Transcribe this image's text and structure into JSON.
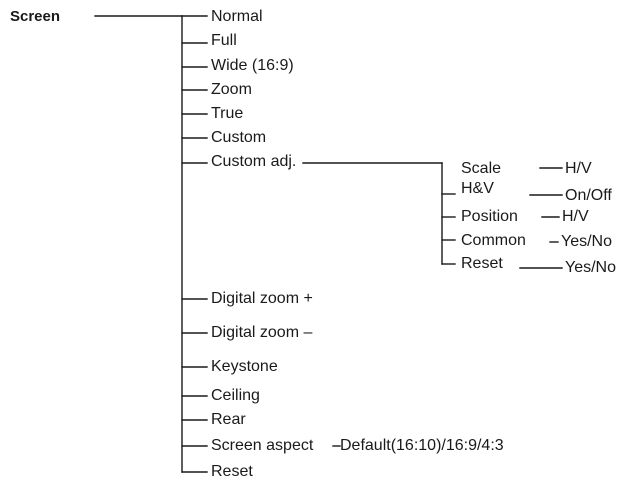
{
  "diagram": {
    "root": "Screen",
    "items": [
      {
        "label": "Normal"
      },
      {
        "label": "Full"
      },
      {
        "label": "Wide (16:9)"
      },
      {
        "label": "Zoom"
      },
      {
        "label": "True"
      },
      {
        "label": "Custom"
      },
      {
        "label": "Custom adj.",
        "children": [
          {
            "label": "Scale",
            "value": "H/V"
          },
          {
            "label": "H&V",
            "value": "On/Off"
          },
          {
            "label": "Position",
            "value": "H/V"
          },
          {
            "label": "Common",
            "value": "Yes/No"
          },
          {
            "label": "Reset",
            "value": "Yes/No"
          }
        ]
      },
      {
        "label": "Digital zoom +"
      },
      {
        "label": "Digital zoom –"
      },
      {
        "label": "Keystone"
      },
      {
        "label": "Ceiling"
      },
      {
        "label": "Rear"
      },
      {
        "label": "Screen aspect",
        "value": "Default(16:10)/16:9/4:3"
      },
      {
        "label": "Reset"
      }
    ]
  }
}
